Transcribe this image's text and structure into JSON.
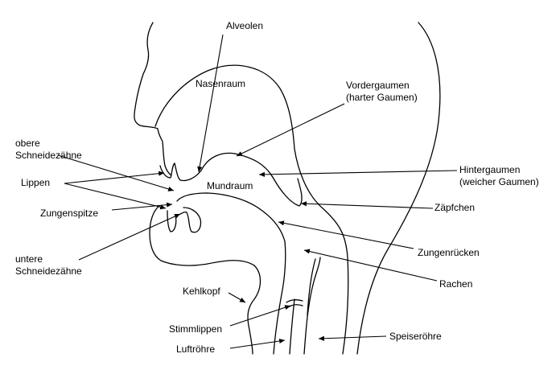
{
  "labels": {
    "alveolen": "Alveolen",
    "nasenraum": "Nasenraum",
    "vordergaumen_1": "Vordergaumen",
    "vordergaumen_2": "(harter Gaumen)",
    "obere_1": "obere",
    "obere_2": "Schneidezähne",
    "lippen": "Lippen",
    "mundraum": "Mundraum",
    "hintergaumen_1": "Hintergaumen",
    "hintergaumen_2": "(weicher Gaumen)",
    "zungenspitze": "Zungenspitze",
    "zaepfchen": "Zäpfchen",
    "untere_1": "untere",
    "untere_2": "Schneidezähne",
    "zungenruecken": "Zungenrücken",
    "rachen": "Rachen",
    "kehlkopf": "Kehlkopf",
    "stimmlippen": "Stimmlippen",
    "speiseroehre": "Speiseröhre",
    "luftroehre": "Luftröhre"
  }
}
